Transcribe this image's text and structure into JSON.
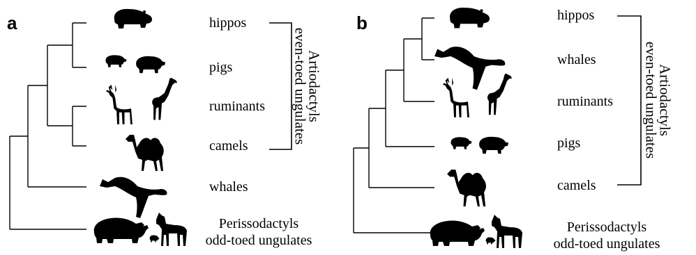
{
  "panel_a": {
    "letter": "a",
    "taxa": {
      "hippos": "hippos",
      "pigs": "pigs",
      "ruminants": "ruminants",
      "camels": "camels",
      "whales": "whales",
      "perisso_line1": "Perissodactyls",
      "perisso_line2": "odd-toed ungulates"
    },
    "bracket": {
      "line1": "Artiodactyls",
      "line2": "even-toed ungulates"
    }
  },
  "panel_b": {
    "letter": "b",
    "taxa": {
      "hippos": "hippos",
      "whales": "whales",
      "ruminants": "ruminants",
      "pigs": "pigs",
      "camels": "camels",
      "perisso_line1": "Perissodactyls",
      "perisso_line2": "odd-toed ungulates"
    },
    "bracket": {
      "line1": "Artiodactyls",
      "line2": "even-toed ungulates"
    }
  },
  "icons": {
    "hippo": "hippo-silhouette-icon",
    "pig": "pig-silhouette-icon",
    "deer": "deer-silhouette-icon",
    "giraffe": "giraffe-silhouette-icon",
    "camel": "camel-silhouette-icon",
    "whale": "whale-silhouette-icon",
    "rhino": "rhino-silhouette-icon",
    "zebra": "zebra-silhouette-icon",
    "piglet": "piglet-silhouette-icon"
  },
  "colors": {
    "ink": "#000000",
    "background": "#ffffff"
  }
}
